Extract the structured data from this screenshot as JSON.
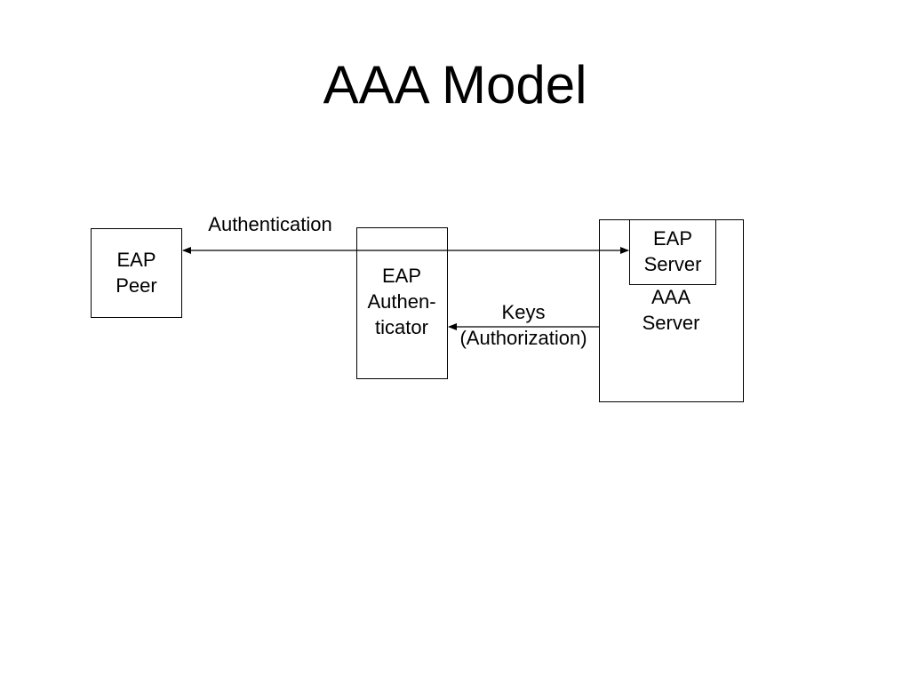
{
  "title": "AAA Model",
  "nodes": {
    "eap_peer": {
      "lines": [
        "EAP",
        "Peer"
      ]
    },
    "eap_authenticator": {
      "lines": [
        "EAP",
        "Authen-",
        "ticator"
      ]
    },
    "aaa_server": {
      "lines": [
        "AAA",
        "Server"
      ]
    },
    "eap_server": {
      "lines": [
        "EAP",
        "Server"
      ]
    }
  },
  "edges": {
    "authentication": {
      "label": "Authentication",
      "from": "EAP Peer",
      "to": "EAP Server",
      "direction": "bidirectional"
    },
    "keys": {
      "lines": [
        "Keys",
        "(Authorization)"
      ],
      "from": "AAA Server",
      "to": "EAP Authenticator",
      "direction": "one-way"
    }
  }
}
